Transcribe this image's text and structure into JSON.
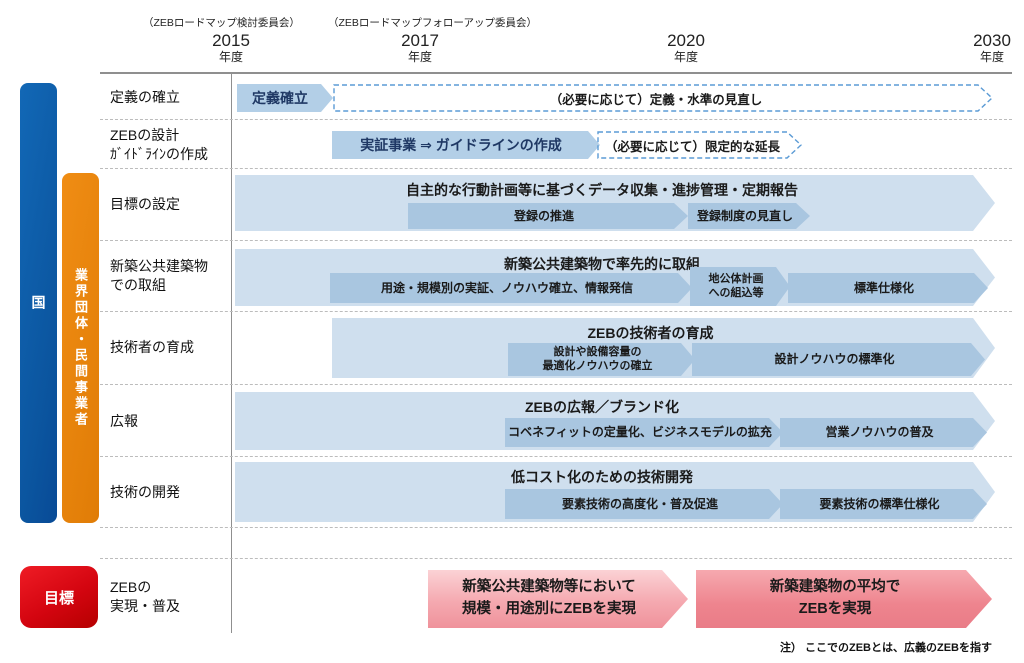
{
  "colors": {
    "bar_blue": "#0b559f",
    "bar_orange": "#e8820c",
    "goal_red": "#d40510",
    "arrow_light_blue": "#cfdfee",
    "arrow_mid_blue": "#a9c6e0",
    "arrow_solid_blue": "#b3cfe7",
    "dashed_border_blue": "#5b9bd5",
    "goal_arrow_pink_light": "#f5a9b0",
    "goal_arrow_pink_dark": "#ee848e"
  },
  "header": {
    "committee_1": "（ZEBロードマップ検討委員会）",
    "committee_2": "（ZEBロードマップフォローアップ委員会）",
    "years": [
      {
        "value": "2015",
        "unit": "年度"
      },
      {
        "value": "2017",
        "unit": "年度"
      },
      {
        "value": "2020",
        "unit": "年度"
      },
      {
        "value": "2030",
        "unit": "年度"
      }
    ]
  },
  "sidebar": {
    "nation_label": "国",
    "industry_label": "業界団体・民間事業者",
    "goal_label": "目標"
  },
  "rows": [
    {
      "label": "定義の確立",
      "solid_arrow": "定義確立",
      "dashed_arrow": "（必要に応じて）定義・水準の見直し"
    },
    {
      "label": "ZEBの設計\nｶﾞｲﾄﾞﾗｲﾝの作成",
      "solid_arrow": "実証事業 ⇒ ガイドラインの作成",
      "dashed_arrow": "（必要に応じて）限定的な延長"
    },
    {
      "label": "目標の設定",
      "title": "自主的な行動計画等に基づくデータ収集・進捗管理・定期報告",
      "sub_arrows": [
        "登録の推進",
        "登録制度の見直し"
      ]
    },
    {
      "label": "新築公共建築物\nでの取組",
      "title": "新築公共建築物で率先的に取組",
      "sub_arrows": [
        "用途・規模別の実証、ノウハウ確立、情報発信",
        "地公体計画\nへの組込等",
        "標準仕様化"
      ]
    },
    {
      "label": "技術者の育成",
      "title": "ZEBの技術者の育成",
      "sub_arrows": [
        "設計や設備容量の\n最適化ノウハウの確立",
        "設計ノウハウの標準化"
      ]
    },
    {
      "label": "広報",
      "title": "ZEBの広報／ブランド化",
      "sub_arrows": [
        "コベネフィットの定量化、ビジネスモデルの拡充",
        "営業ノウハウの普及"
      ]
    },
    {
      "label": "技術の開発",
      "title": "低コスト化のための技術開発",
      "sub_arrows": [
        "要素技術の高度化・普及促進",
        "要素技術の標準仕様化"
      ]
    }
  ],
  "goal": {
    "label": "ZEBの\n実現・普及",
    "arrow_1": "新築公共建築物等において\n規模・用途別にZEBを実現",
    "arrow_2": "新築建築物の平均で\nZEBを実現",
    "note": "注） ここでのZEBとは、広義のZEBを指す"
  }
}
